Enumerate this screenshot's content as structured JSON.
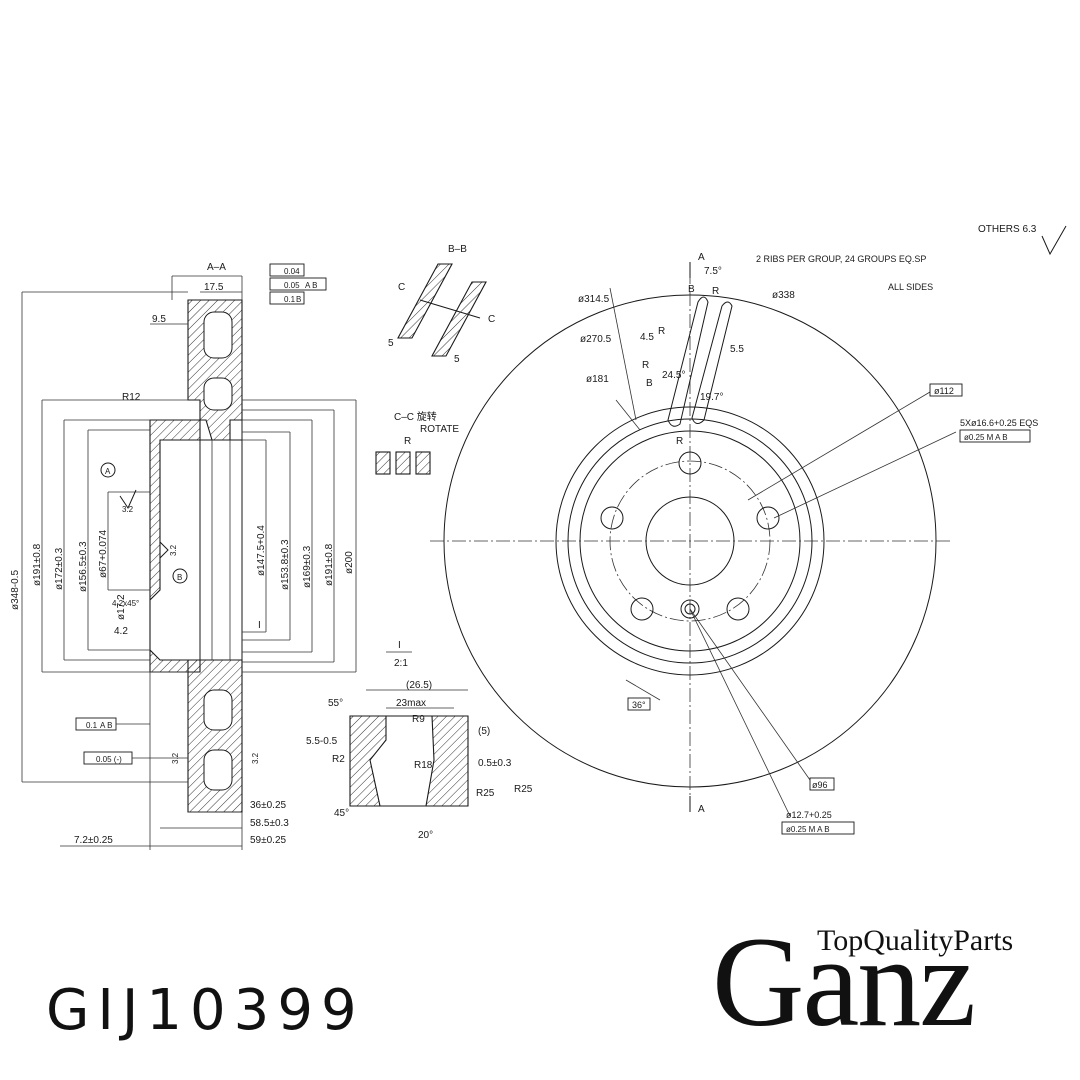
{
  "part_number": "GIJ10399",
  "brand": {
    "wordmark": "Ganz",
    "tagline": "TopQualityParts"
  },
  "drawing": {
    "roughness": "OTHERS 6.3",
    "section_aa": "A–A",
    "section_bb": "B–B",
    "section_cc": "C–C 旋转",
    "section_cc_sub": "ROTATE",
    "detail_i": "I",
    "detail_scale": "2:1",
    "view_a_top": "A",
    "view_a_bottom": "A",
    "ribs_note": "2 RIBS PER GROUP, 24 GROUPS EQ.SP",
    "all_sides": "ALL SIDES",
    "tol_flat": "0.04",
    "tol_runout": "0.05",
    "tol_runout_ref": "A B",
    "tol_parallel": "0.1",
    "tol_parallel_ref": "B",
    "tol_runout2": "0.1",
    "tol_runout2_ref": "A B",
    "tol_flat2": "0.05 (-)",
    "dims": {
      "d17_5": "17.5",
      "d9_5": "9.5",
      "r12": "R12",
      "d348": "ø348-0.5",
      "d191_l": "ø191±0.8",
      "d172": "ø172±0.3",
      "d156": "ø156.5±0.3",
      "d67": "ø67+0.074",
      "d17_2": "ø17.2",
      "d4_2": "4.2",
      "chamfer": "4.2x45°",
      "d147": "ø147.5+0.4",
      "d153": "ø153.8±0.3",
      "d169": "ø169±0.3",
      "d191_r": "ø191±0.8",
      "d200": "ø200",
      "d36": "36±0.25",
      "d58": "58.5±0.3",
      "d59": "59±0.25",
      "d7_2": "7.2±0.25",
      "rough32_a": "3.2",
      "rough32_b": "3.2",
      "rough32_c": "3.2",
      "rough32_d": "3.2",
      "datum_a": "A",
      "datum_b": "B",
      "i_mark": "I",
      "bb_5a": "5",
      "bb_5b": "5",
      "bb_c1": "C",
      "bb_c2": "C",
      "cc_r": "R",
      "d75": "7.5°",
      "d314": "ø314.5",
      "d270": "ø270.5",
      "d181": "ø181",
      "d45": "4.5",
      "d55": "5.5",
      "d245": "24.5°",
      "d197": "19.7°",
      "d338": "ø338",
      "d112": "ø112",
      "bolt_holes": "5Xø16.6+0.25  EQS",
      "bolt_tol": "ø0.25 M A B",
      "d36deg": "36°",
      "d96": "ø96",
      "d127": "ø12.7+0.25",
      "d127_tol": "ø0.25 M A B",
      "r_a": "R",
      "r_b": "R",
      "r_c": "R",
      "r_d": "R",
      "lbl_b1": "B",
      "lbl_b2": "B",
      "det_26_5": "(26.5)",
      "det_23": "23max",
      "det_55deg": "55°",
      "det_55": "5.5-0.5",
      "det_r9": "R9",
      "det_5": "(5)",
      "det_r2": "R2",
      "det_r18": "R18",
      "det_05": "0.5±0.3",
      "det_r25a": "R25",
      "det_r25b": "R25",
      "det_45": "45°",
      "det_20": "20°"
    }
  }
}
